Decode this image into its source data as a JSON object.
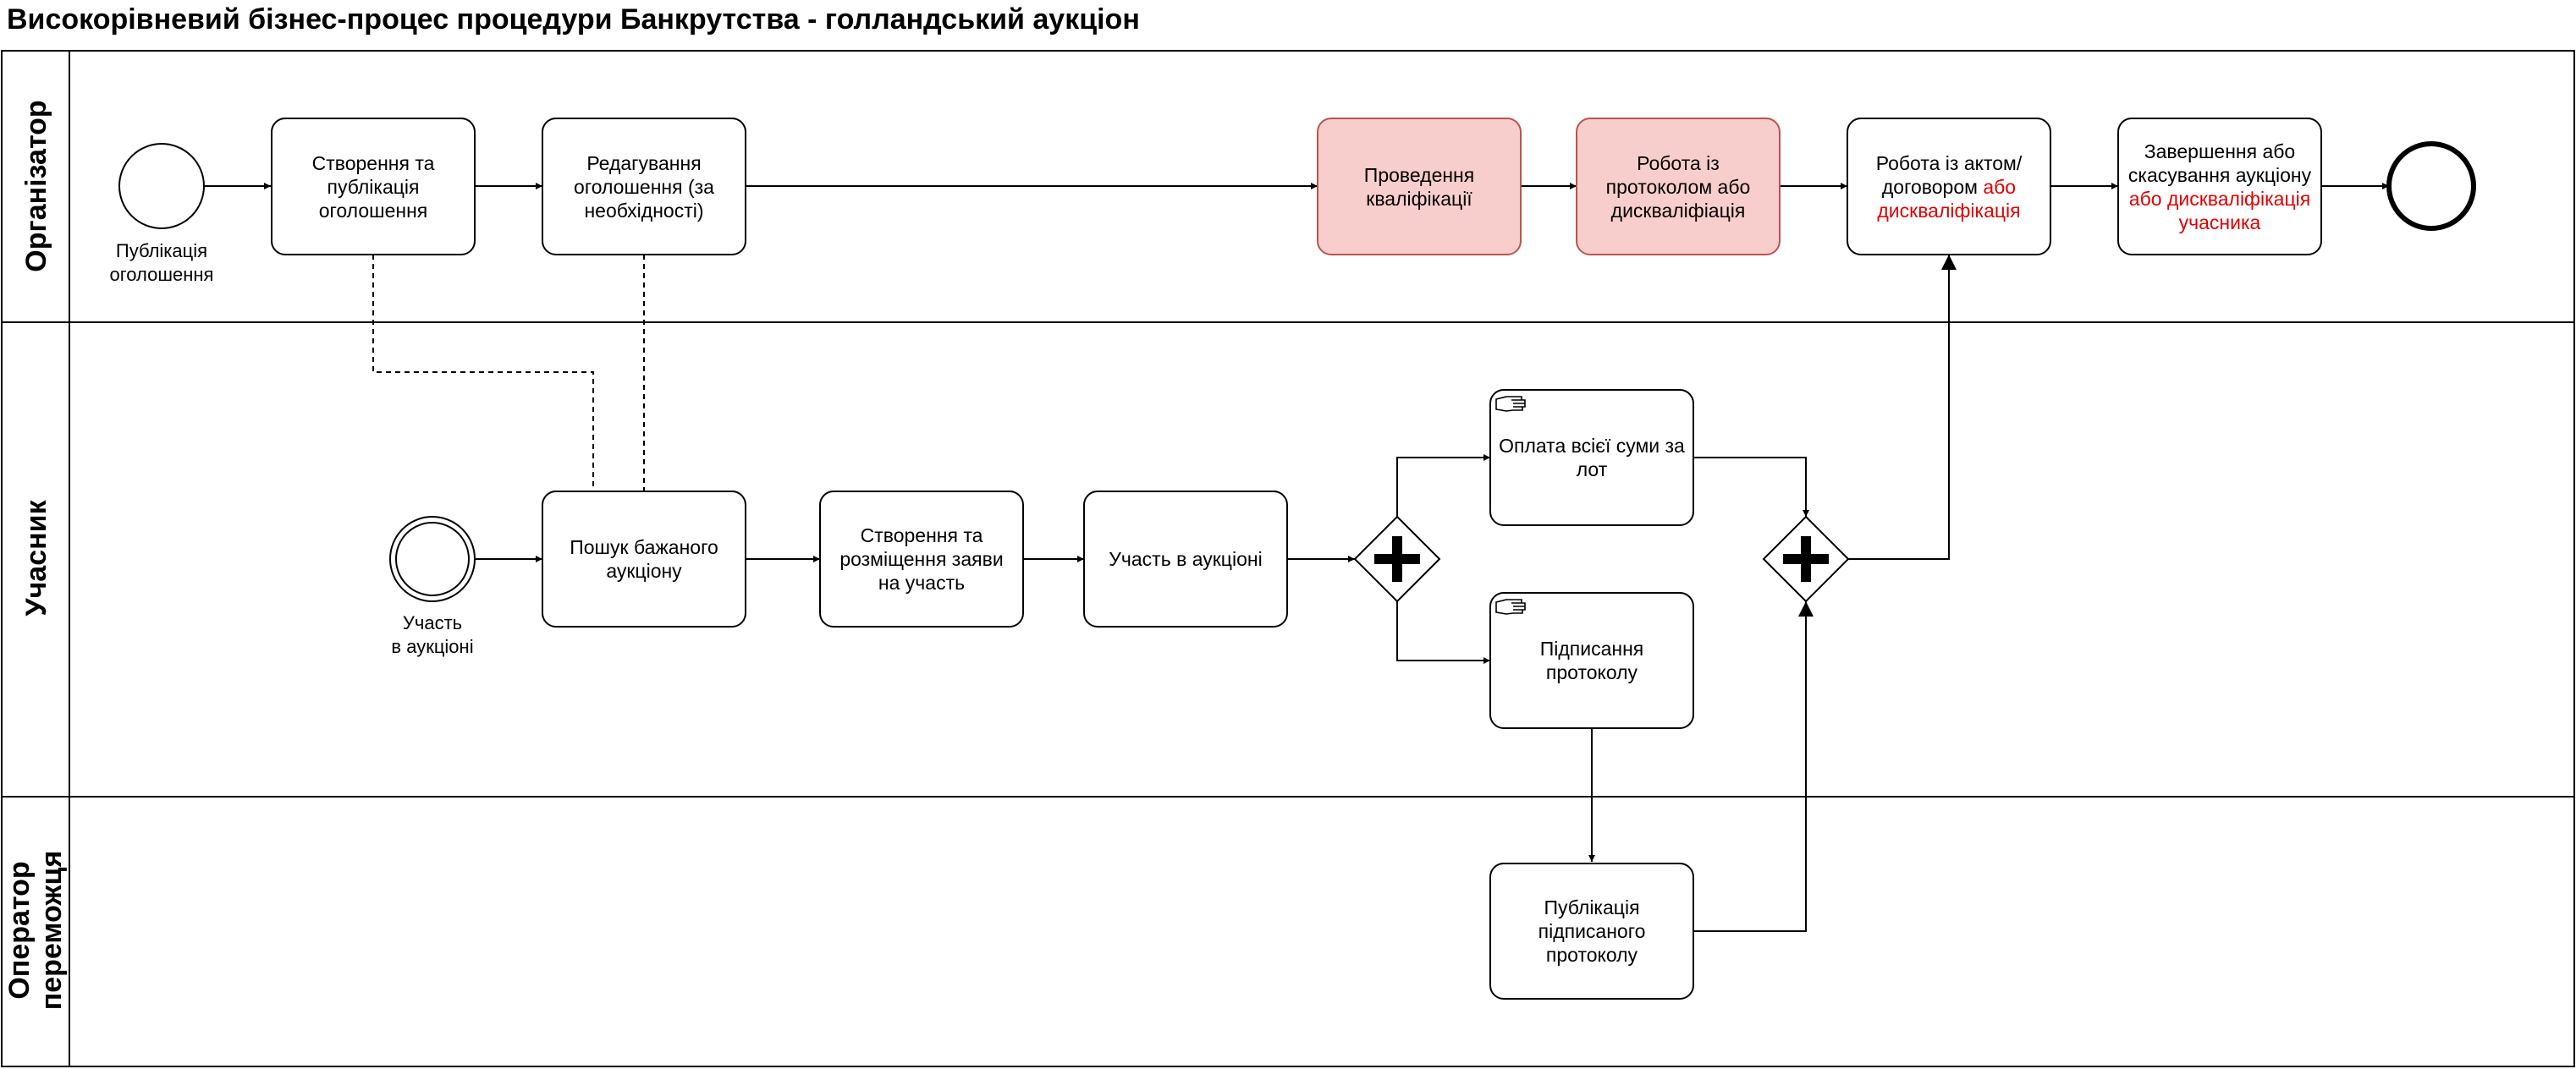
{
  "title": "Високорівневий бізнес-процес процедури Банкрутства - голландський аукціон",
  "colors": {
    "highlight_fill": "#f8cecc",
    "highlight_stroke": "#b85450",
    "red_text": "#e00000"
  },
  "lanes": {
    "organizer": "Організатор",
    "participant": "Учасник",
    "operator_line1": "Оператор",
    "operator_line2": "переможця"
  },
  "events": {
    "start_organizer": "Публікація\nоголошення",
    "start_participant": "Участь\nв аукціоні"
  },
  "tasks": {
    "create_publish": "Створення та публікація оголошення",
    "edit_notice": "Редагування оголошення (за необхідності)",
    "qualification": "Проведення кваліфікації",
    "protocol_work": "Робота із протоколом або дискваліфіація",
    "act_work_main": "Робота із актом/ договором",
    "act_work_red": "або дискваліфікація",
    "finish_main": "Завершення або скасування аукціону",
    "finish_red": "або дискваліфікація учасника",
    "search_auction": "Пошук бажаного аукціону",
    "create_application": "Створення та розміщення заяви на участь",
    "auction_participation": "Участь в аукціоні",
    "pay_full": "Оплата всієї суми за лот",
    "sign_protocol": "Підписання протоколу",
    "publish_protocol": "Публікація підписаного протоколу"
  },
  "icons": {
    "gateway": "parallel-gateway-icon",
    "manual_task": "manual-task-hand-icon"
  }
}
